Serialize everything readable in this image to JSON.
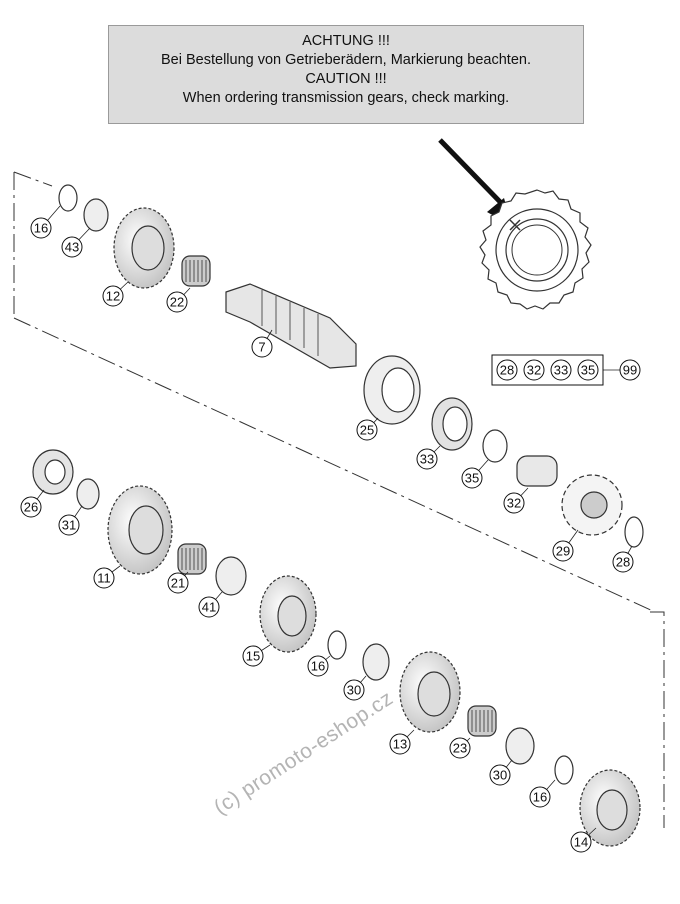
{
  "notice": {
    "line1": "ACHTUNG !!!",
    "line2": "Bei Bestellung von Getrieberädern, Markierung beachten.",
    "line3": "CAUTION !!!",
    "line4": "When ordering transmission gears, check marking."
  },
  "callouts": {
    "c16a": "16",
    "c43": "43",
    "c12": "12",
    "c22": "22",
    "c7": "7",
    "c25": "25",
    "c33a": "33",
    "c35a": "35",
    "c32a": "32",
    "c29": "29",
    "c28a": "28",
    "c26": "26",
    "c31": "31",
    "c11": "11",
    "c21": "21",
    "c41": "41",
    "c15": "15",
    "c16b": "16",
    "c30a": "30",
    "c13": "13",
    "c23": "23",
    "c30b": "30",
    "c16c": "16",
    "c14": "14"
  },
  "kit": {
    "items": [
      "28",
      "32",
      "33",
      "35"
    ],
    "result": "99"
  },
  "watermark": "(c) promoto-eshop.cz",
  "colors": {
    "line": "#222222",
    "notice_bg": "#dcdcdc",
    "watermark": "#b4b4b4"
  }
}
